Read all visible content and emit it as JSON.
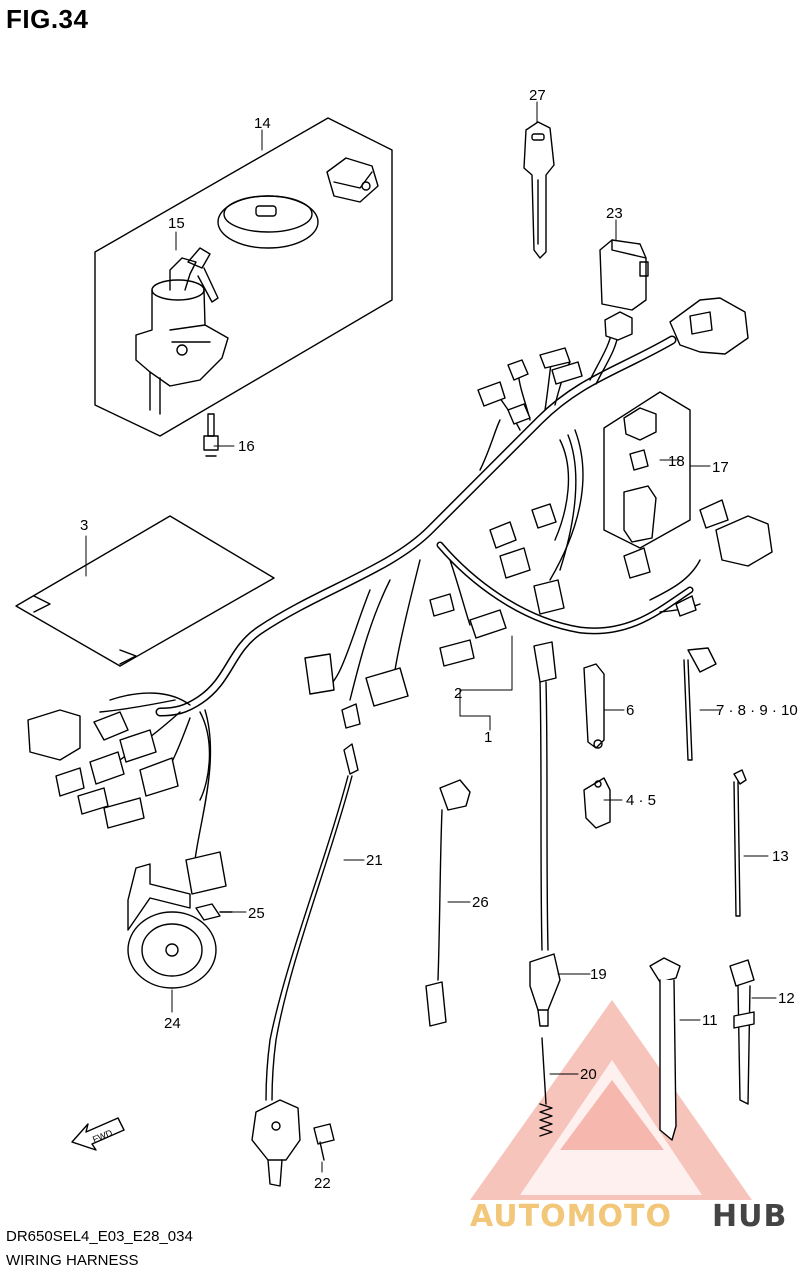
{
  "figure": {
    "title": "FIG.34"
  },
  "footer": {
    "code": "DR650SEL4_E03_E28_034",
    "name": "WIRING HARNESS"
  },
  "fwd_label": "FWD",
  "watermark": {
    "part1": "AUTOMOTO",
    "part2": "HUB",
    "color_primary": "#f08a7a",
    "color_secondary": "#444444",
    "color_text_light": "#f2c77a"
  },
  "callouts": {
    "c1": "1",
    "c2": "2",
    "c3": "3",
    "c45": "4 · 5",
    "c6": "6",
    "c78910": "7 · 8 · 9 · 10",
    "c11": "11",
    "c12": "12",
    "c13": "13",
    "c14": "14",
    "c15": "15",
    "c16": "16",
    "c17": "17",
    "c18": "18",
    "c19": "19",
    "c20": "20",
    "c21": "21",
    "c22": "22",
    "c23": "23",
    "c24": "24",
    "c25": "25",
    "c26": "26",
    "c27": "27"
  }
}
